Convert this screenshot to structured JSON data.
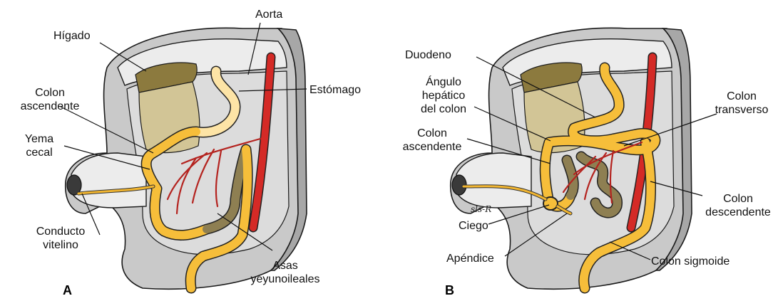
{
  "figure": {
    "panels": [
      {
        "id": "A",
        "label": "A",
        "structures": {
          "aorta": "Aorta",
          "liver": "Hígado",
          "stomach": "Estómago",
          "ascending_colon": "Colon\nascendente",
          "cecal_bud": "Yema\ncecal",
          "vitelline_duct": "Conducto\nvitelino",
          "jejunoileal_loops": "Asas\nyeyunoileales"
        }
      },
      {
        "id": "B",
        "label": "B",
        "structures": {
          "duodenum": "Duodeno",
          "hepatic_flexure": "Ángulo\nhepático\ndel colon",
          "ascending_colon": "Colon\nascendente",
          "cecum": "Ciego",
          "appendix": "Apéndice",
          "transverse_colon": "Colon\ntransverso",
          "descending_colon": "Colon\ndescendente",
          "sigmoid_colon": "Colon sigmoide"
        },
        "signature": "sls-R"
      }
    ],
    "colors": {
      "gut_yellow": "#f6be3a",
      "gut_brown": "#8e7f52",
      "aorta_red": "#d42a26",
      "liver_dark": "#8c7a3e",
      "liver_light": "#d2c596",
      "body_gray": "#c9c9c9"
    }
  }
}
